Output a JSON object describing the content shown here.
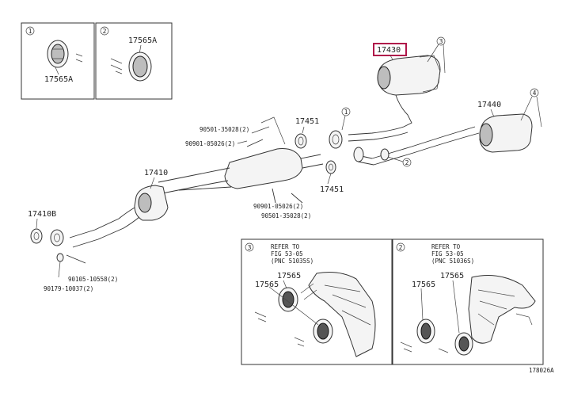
{
  "inset_boxes": [
    {
      "circle": "1",
      "part": "17565A"
    },
    {
      "circle": "2",
      "part": "17565A"
    },
    {
      "circle": "3",
      "refer": "REFER TO",
      "fig": "FIG 53-05",
      "pnc": "(PNC 51035S)",
      "part_a": "17565",
      "part_b": "17565"
    },
    {
      "circle": "2",
      "refer": "REFER TO",
      "fig": "FIG 53-05",
      "pnc": "(PNC 51036S)",
      "part_a": "17565",
      "part_b": "17565"
    }
  ],
  "callouts": {
    "main_muffler": "17430",
    "sub_muffler": "17440",
    "gasket_upper": "17451",
    "gasket_lower": "17451",
    "front_pipe": "17410",
    "front_gasket": "17410B",
    "bolt_upper": "90501-35028(2)",
    "nut_upper": "90901-05026(2)",
    "nut_lower": "90901-05026(2)",
    "bolt_lower": "90501-35028(2)",
    "bolt_front": "90105-10558(2)",
    "nut_front": "90179-10037(2)"
  },
  "circle_marks": [
    "1",
    "2",
    "3",
    "4"
  ],
  "figure_code": "178026A",
  "colors": {
    "highlight": "#b0164a",
    "ink": "#333333"
  }
}
